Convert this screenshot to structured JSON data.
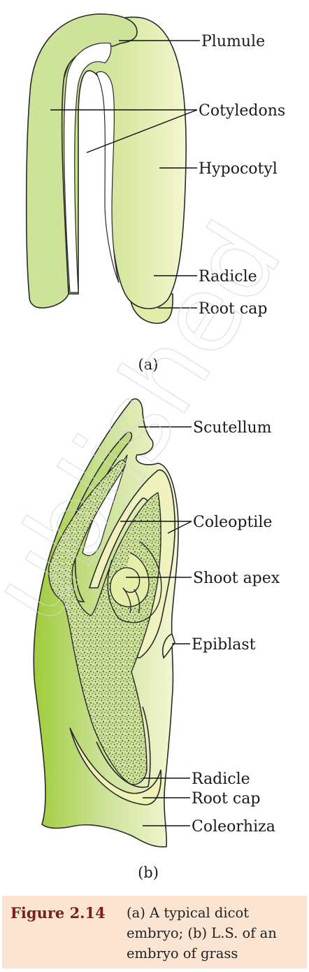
{
  "figure_a": {
    "panel_label": "(a)",
    "labels": [
      "Plumule",
      "Cotyledons",
      "Hypocotyl",
      "Radicle",
      "Root cap"
    ]
  },
  "figure_b": {
    "panel_label": "(b)",
    "labels": [
      "Scutellum",
      "Coleoptile",
      "Shoot apex",
      "Epiblast",
      "Radicle",
      "Root cap",
      "Coleorhiza"
    ]
  },
  "caption": {
    "title": "Figure 2.14",
    "lines": [
      "(a) A typical dicot",
      "embryo; (b) L.S. of an",
      "embryo of grass"
    ]
  },
  "watermark_text": "ublished",
  "colors": {
    "embryo_green": "#cfe39a",
    "light_yellow": "#f3f5c8",
    "scutellum_green": "#bcd97a",
    "caption_bg": "#fbe4d2",
    "caption_title": "#7a1f1f"
  }
}
